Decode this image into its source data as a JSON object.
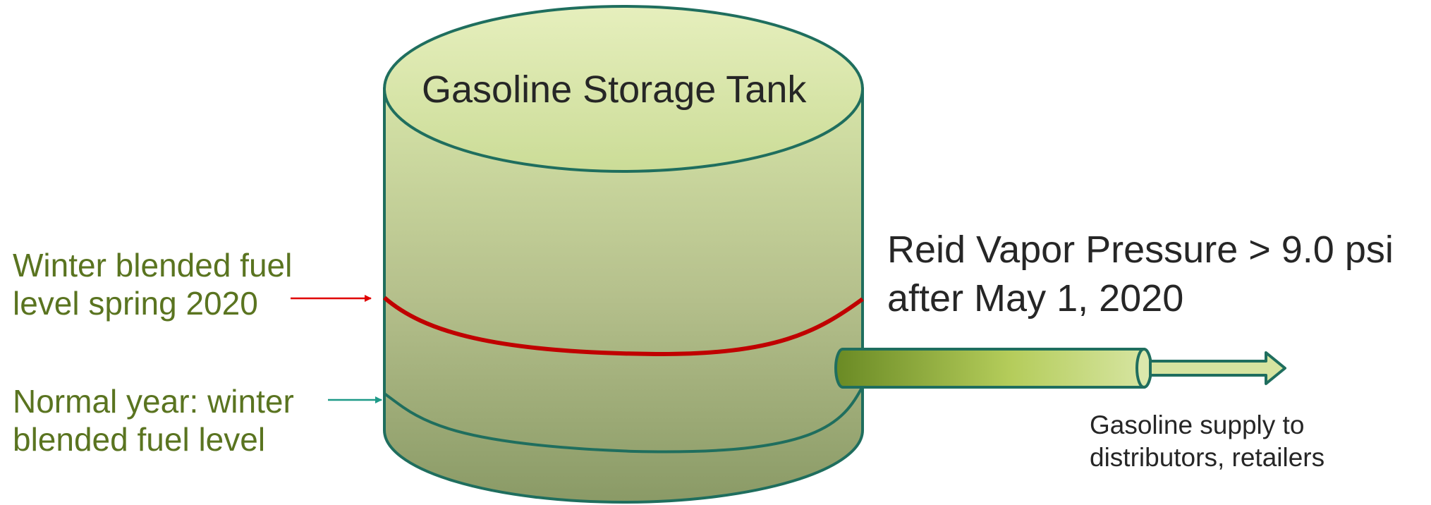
{
  "tank": {
    "title": "Gasoline Storage Tank",
    "colors": {
      "fill_top": "#e2edb8",
      "fill_bottom": "#8a9a66",
      "outline": "#1f6e5e"
    }
  },
  "winter_level": {
    "label_line1": "Winter blended fuel",
    "label_line2": "level spring 2020",
    "color": "#c00000"
  },
  "normal_level": {
    "label_line1": "Normal year: winter",
    "label_line2": "blended fuel level",
    "color": "#1f6e5e"
  },
  "pressure": {
    "line1": "Reid Vapor Pressure > 9.0 psi",
    "line2": "after May 1, 2020"
  },
  "supply": {
    "line1": "Gasoline supply to",
    "line2": "distributors, retailers"
  },
  "label_color": "#5a7420"
}
